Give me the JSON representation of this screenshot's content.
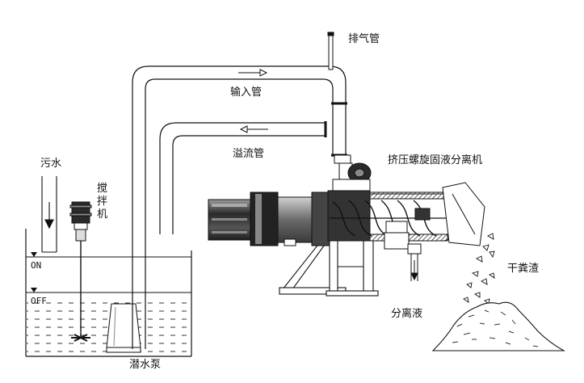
{
  "labels": {
    "exhaust_pipe": "排气管",
    "input_pipe": "输入管",
    "overflow_pipe": "溢流管",
    "separator": "挤压螺旋固液分离机",
    "sewage": "污水",
    "mixer": "搅拌机",
    "on_level": "ON",
    "off_level": "OFF",
    "submersible_pump": "潜水泵",
    "separated_liquid": "分离液",
    "dry_manure": "干粪渣"
  },
  "colors": {
    "line": "#111111",
    "machine_dark": "#2a2a2a",
    "machine_mid": "#6e6e6e",
    "machine_light": "#bdbdbd",
    "water_hatch": "#333333"
  }
}
